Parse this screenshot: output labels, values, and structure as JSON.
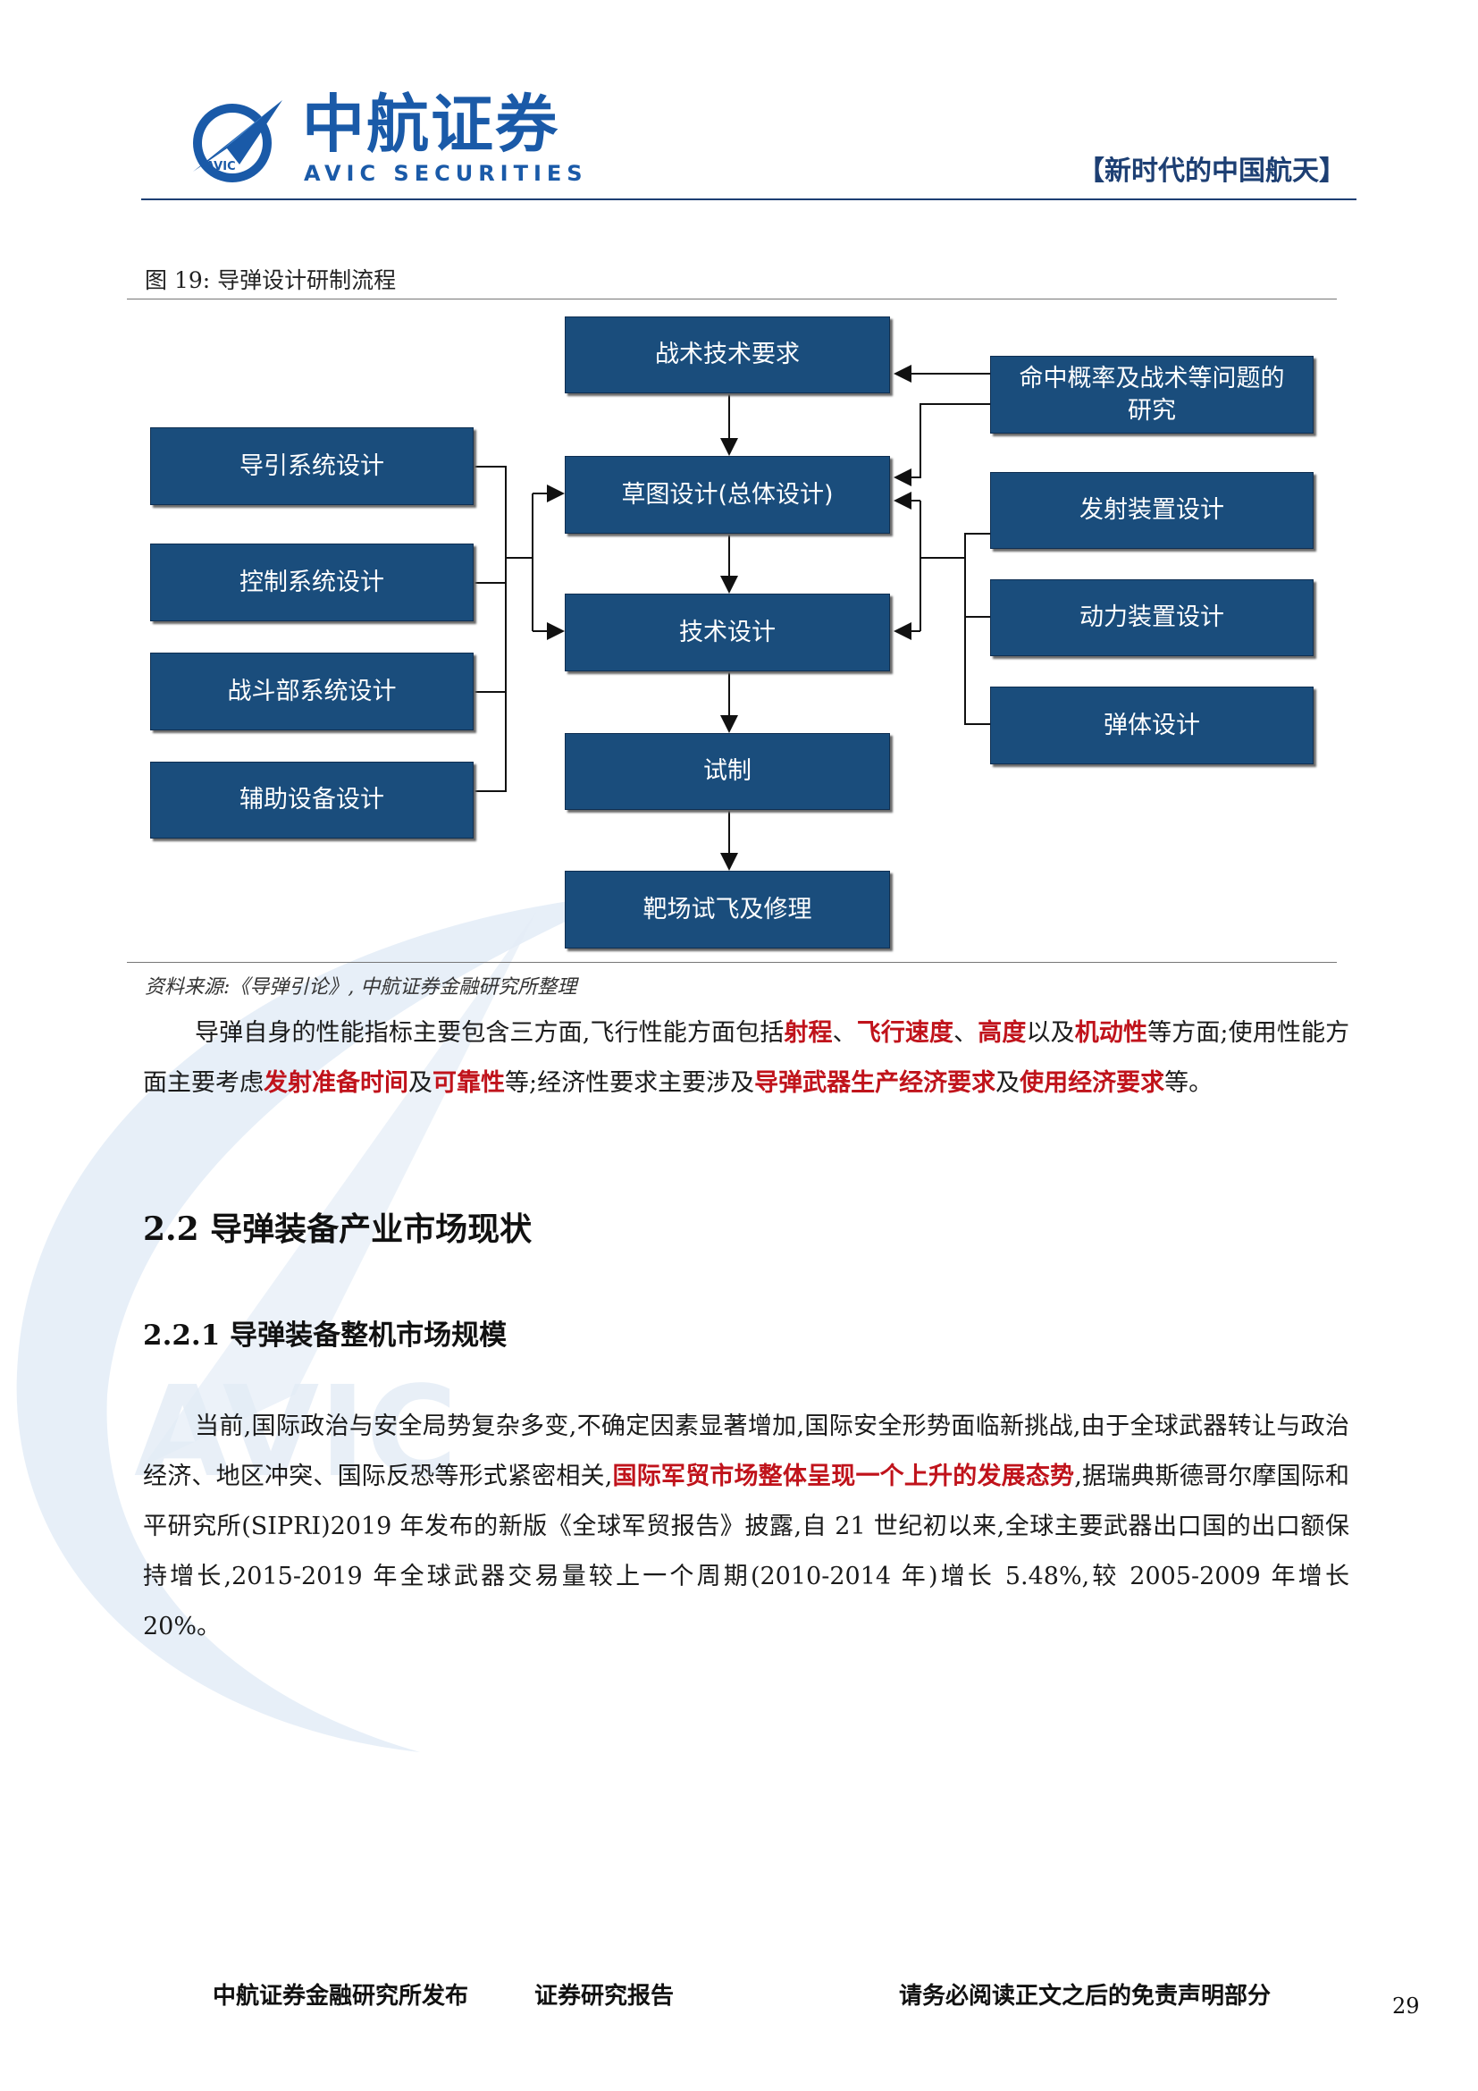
{
  "header": {
    "logo_cn": "中航证券",
    "logo_en": "AVIC SECURITIES",
    "logo_badge": "AVIC",
    "series_title": "【新时代的中国航天】"
  },
  "figure": {
    "caption": "图 19:  导弹设计研制流程",
    "source": "资料来源:《导弹引论》, 中航证券金融研究所整理",
    "center_boxes": [
      "战术技术要求",
      "草图设计(总体设计)",
      "技术设计",
      "试制",
      "靶场试飞及修理"
    ],
    "left_boxes": [
      "导引系统设计",
      "控制系统设计",
      "战斗部系统设计",
      "辅助设备设计"
    ],
    "right_top_box": "命中概率及战术等问题的研究",
    "right_boxes": [
      "发射装置设计",
      "动力装置设计",
      "弹体设计"
    ]
  },
  "paragraph1": {
    "t1": "导弹自身的性能指标主要包含三方面,飞行性能方面包括",
    "r1": "射程",
    "t2": "、",
    "r2": "飞行速度",
    "t3": "、",
    "r3": "高度",
    "t4": "以及",
    "r4": "机动性",
    "t5": "等方面;使用性能方面主要考虑",
    "r5": "发射准备时间",
    "t6": "及",
    "r6": "可靠性",
    "t7": "等;经济性要求主要涉及",
    "r7": "导弹武器生产经济要求",
    "t8": "及",
    "r8": "使用经济要求",
    "t9": "等。"
  },
  "section_title": "2.2 导弹装备产业市场现状",
  "subsection_title": "2.2.1 导弹装备整机市场规模",
  "paragraph2": {
    "t1": "当前,国际政治与安全局势复杂多变,不确定因素显著增加,国际安全形势面临新挑战,由于全球武器转让与政治经济、地区冲突、国际反恐等形式紧密相关,",
    "r1": "国际军贸市场整体呈现一个上升的发展态势",
    "t2": ",据瑞典斯德哥尔摩国际和平研究所(SIPRI)2019 年发布的新版《全球军贸报告》披露,自 21 世纪初以来,全球主要武器出口国的出口额保持增长,2015-2019 年全球武器交易量较上一个周期(2010-2014 年)增长 5.48%,较 2005-2009 年增长 20%。"
  },
  "footer": {
    "publisher": "中航证券金融研究所发布",
    "report_type": "证券研究报告",
    "disclaimer": "请务必阅读正文之后的免责声明部分",
    "page_number": "29"
  }
}
